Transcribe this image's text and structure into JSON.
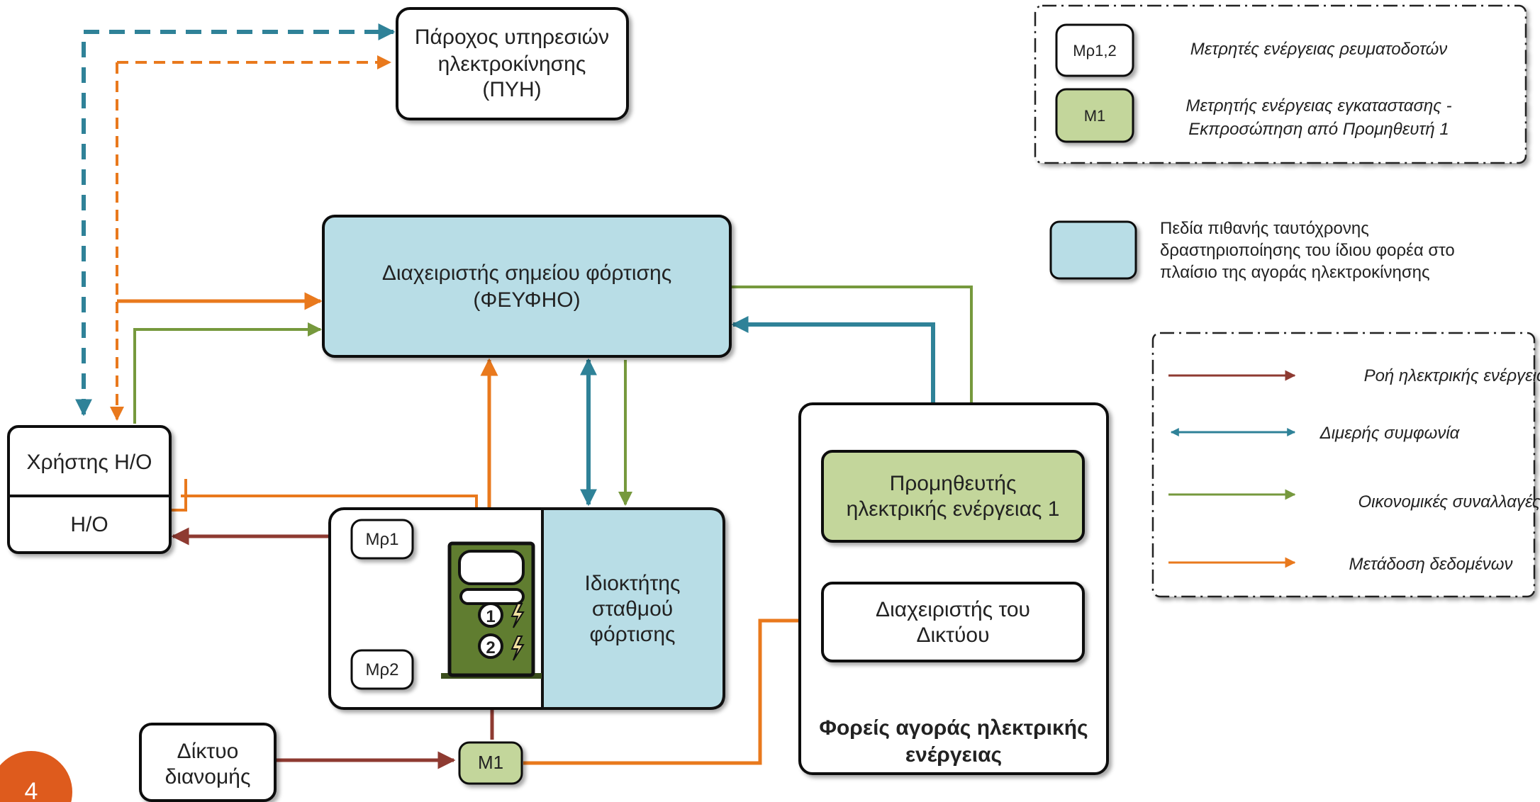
{
  "colors": {
    "blue": "#2f8298",
    "orange": "#e9791d",
    "green": "#76993d",
    "red": "#8e3a31",
    "light_blue_fill": "#b8dde6",
    "light_green_fill": "#c3d69b",
    "dark_green_fill": "#607d30",
    "page_badge": "#de5b1d"
  },
  "nodes": {
    "pyh": {
      "line1": "Πάροχος υπηρεσιών",
      "line2": "ηλεκτροκίνησης",
      "line3": "(ΠΥΗ)"
    },
    "feyfho": {
      "line1": "Διαχειριστής σημείου φόρτισης",
      "line2": "(ΦΕΥΦΗΟ)"
    },
    "user": {
      "label": "Χρήστης Η/Ο"
    },
    "ev": {
      "label": "Η/Ο"
    },
    "mp1": {
      "label": "Μρ1"
    },
    "mp2": {
      "label": "Μρ2"
    },
    "owner": {
      "line1": "Ιδιοκτήτης",
      "line2": "σταθμού",
      "line3": "φόρτισης"
    },
    "supplier": {
      "line1": "Προμηθευτής",
      "line2": "ηλεκτρικής ενέργειας 1"
    },
    "dso": {
      "line1": "Διαχειριστής του",
      "line2": "Δικτύου"
    },
    "market": {
      "line1": "Φορείς αγοράς ηλεκτρικής",
      "line2": "ενέργειας"
    },
    "grid": {
      "line1": "Δίκτυο",
      "line2": "διανομής"
    },
    "m1": {
      "label": "Μ1"
    },
    "socket1": {
      "label": "1"
    },
    "socket2": {
      "label": "2"
    }
  },
  "legend_meters": {
    "mp_box": "Μρ1,2",
    "mp_text": "Μετρητές ενέργειας ρευματοδοτών",
    "m1_box": "Μ1",
    "m1_text_line1": "Μετρητής ενέργειας εγκαταστασης -",
    "m1_text_line2": "Εκπροσώπηση από Προμηθευτή 1"
  },
  "legend_fields": {
    "line1": "Πεδία πιθανής ταυτόχρονης",
    "line2": "δραστηριοποίησης του ίδιου φορέα στο",
    "line3": "πλαίσιο της αγοράς ηλεκτροκίνησης"
  },
  "legend_arrows": [
    {
      "label": "Ροή ηλεκτρικής ενέργειας",
      "color_key": "red"
    },
    {
      "label": "Διμερής συμφωνία",
      "color_key": "blue"
    },
    {
      "label": "Οικονομικές συναλλαγές",
      "color_key": "green"
    },
    {
      "label": "Μετάδοση δεδομένων",
      "color_key": "orange"
    }
  ],
  "page_number": "4"
}
